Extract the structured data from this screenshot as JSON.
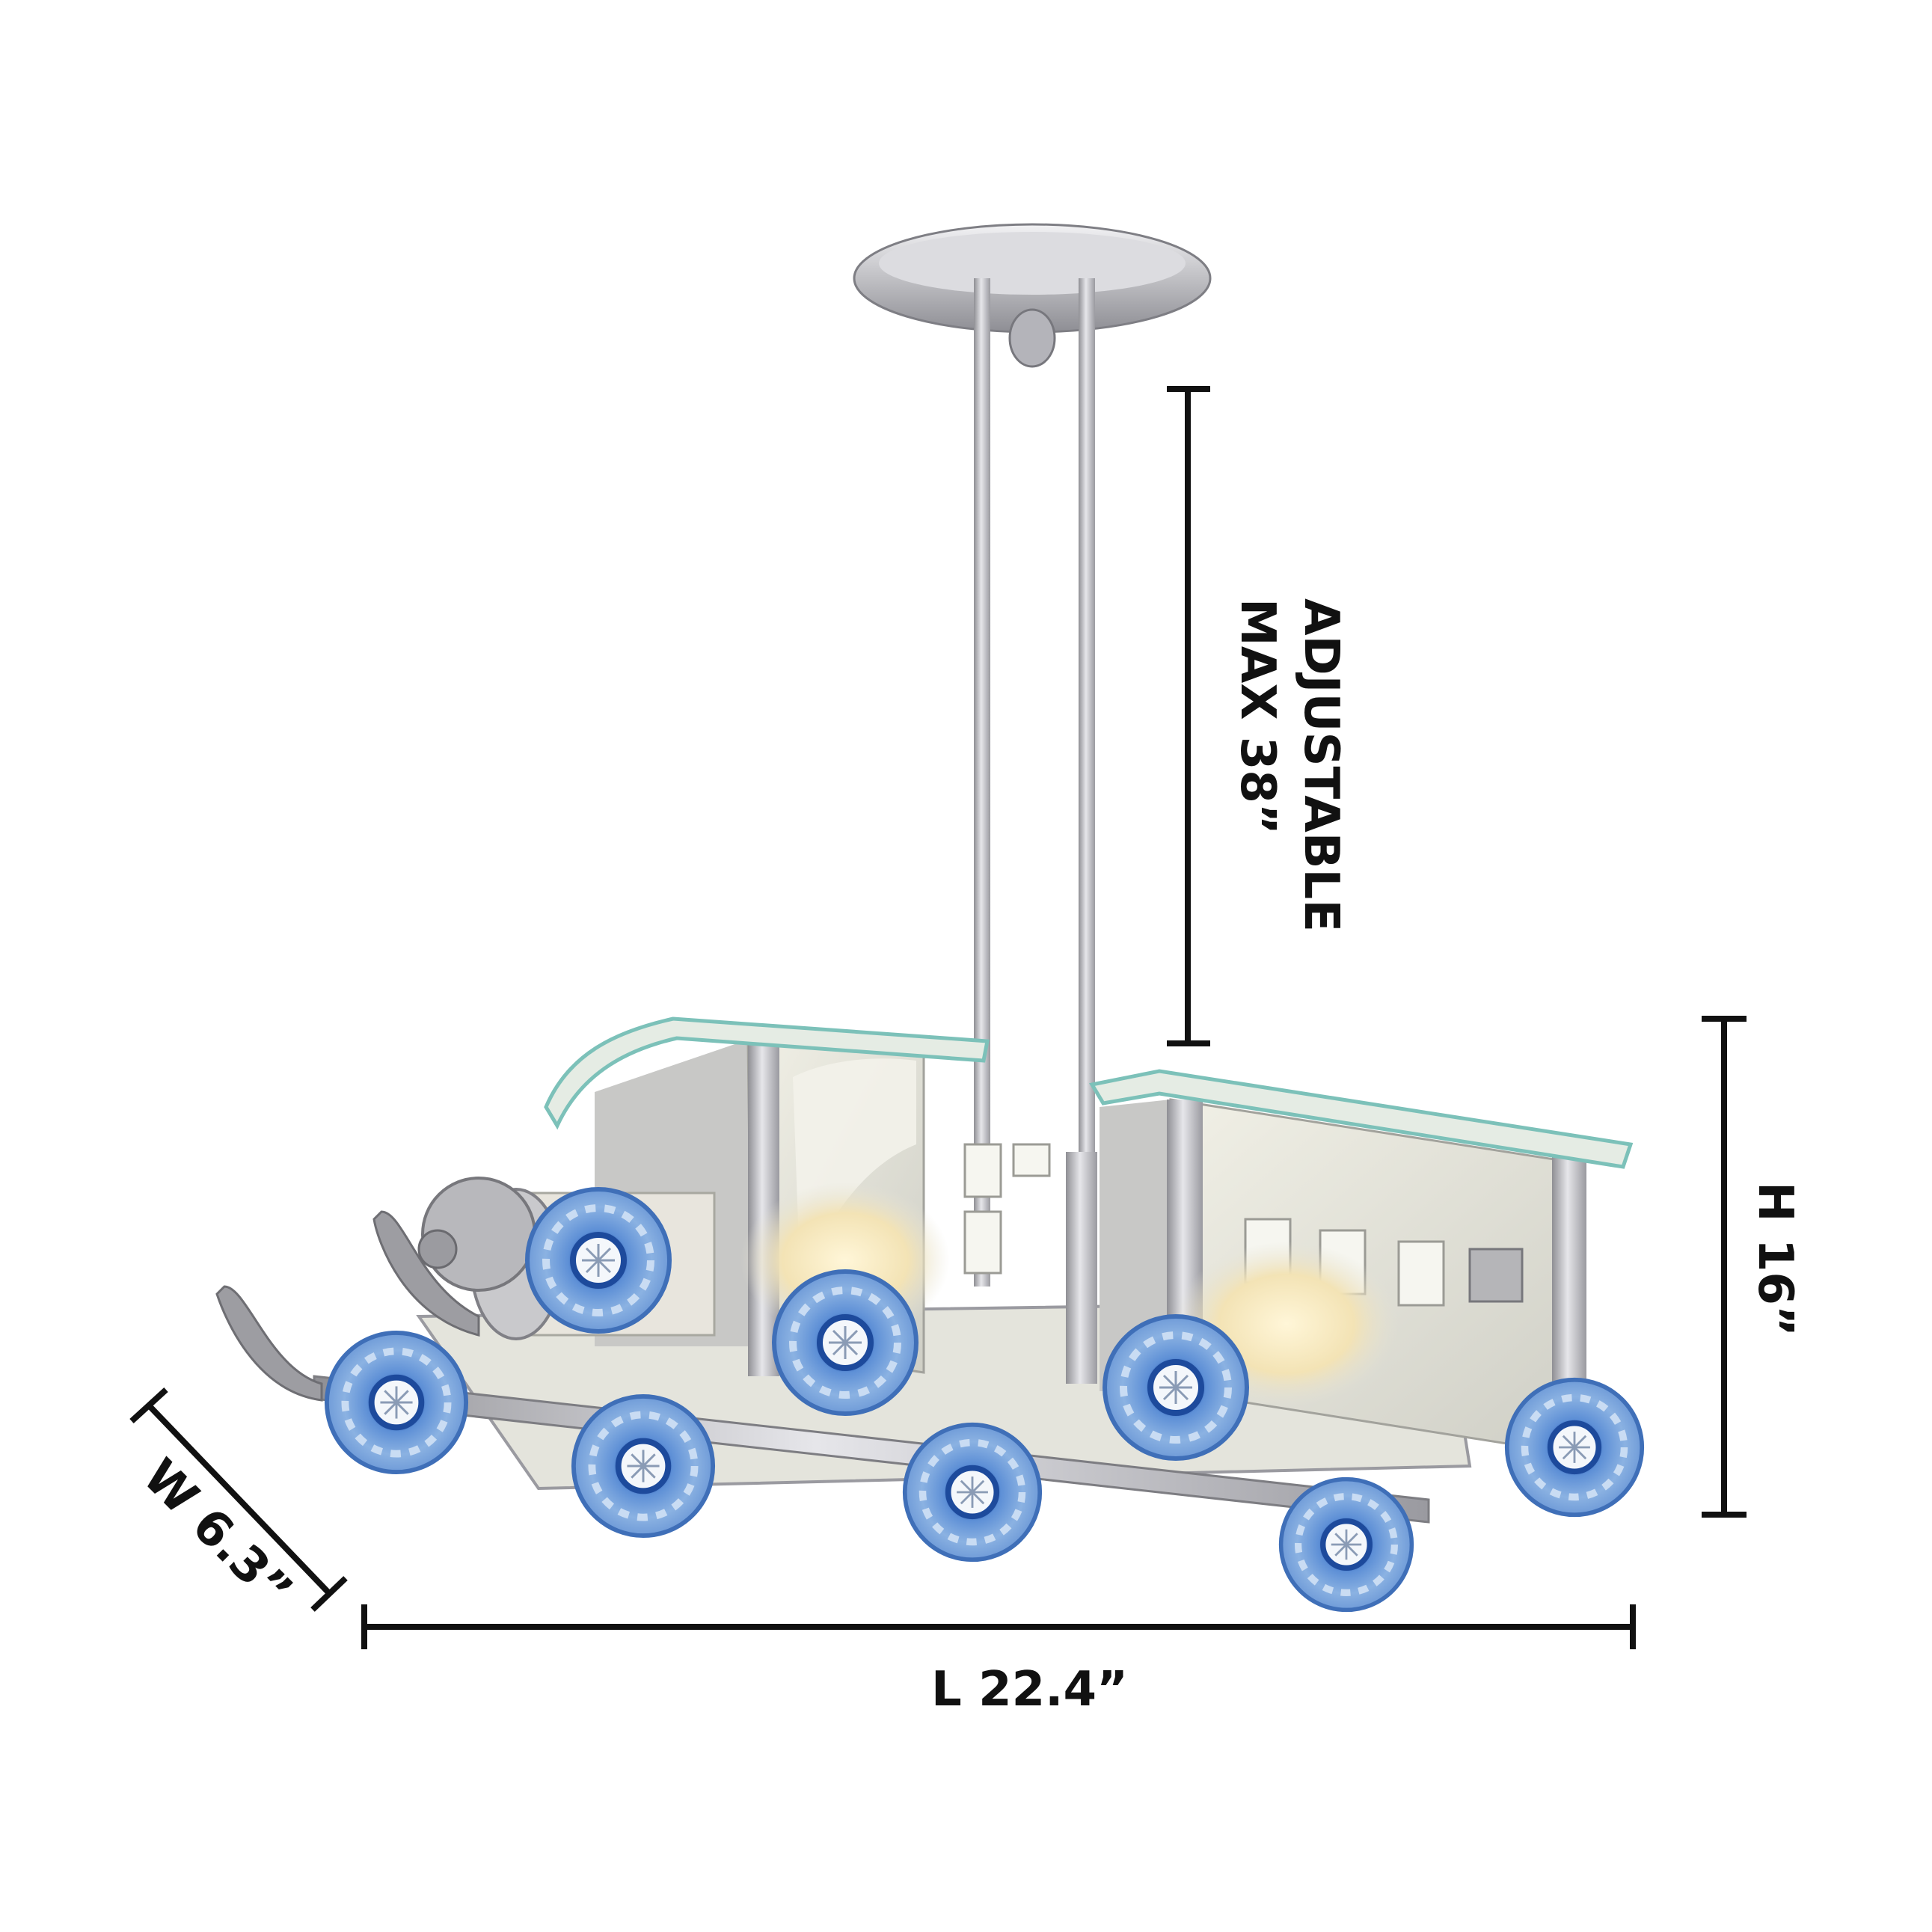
{
  "dimensions": {
    "adjustable_line1": "ADJUSTABLE",
    "adjustable_line2": "MAX 38”",
    "height": "H 16”",
    "width": "W 6.3”",
    "length": "L 22.4”"
  },
  "colors": {
    "metal": "#b9b9bd",
    "glass": "#e9ecdf",
    "glass_edge": "#7cc1b9",
    "wheel": "#5b8fd6",
    "dimension_line": "#111111"
  }
}
